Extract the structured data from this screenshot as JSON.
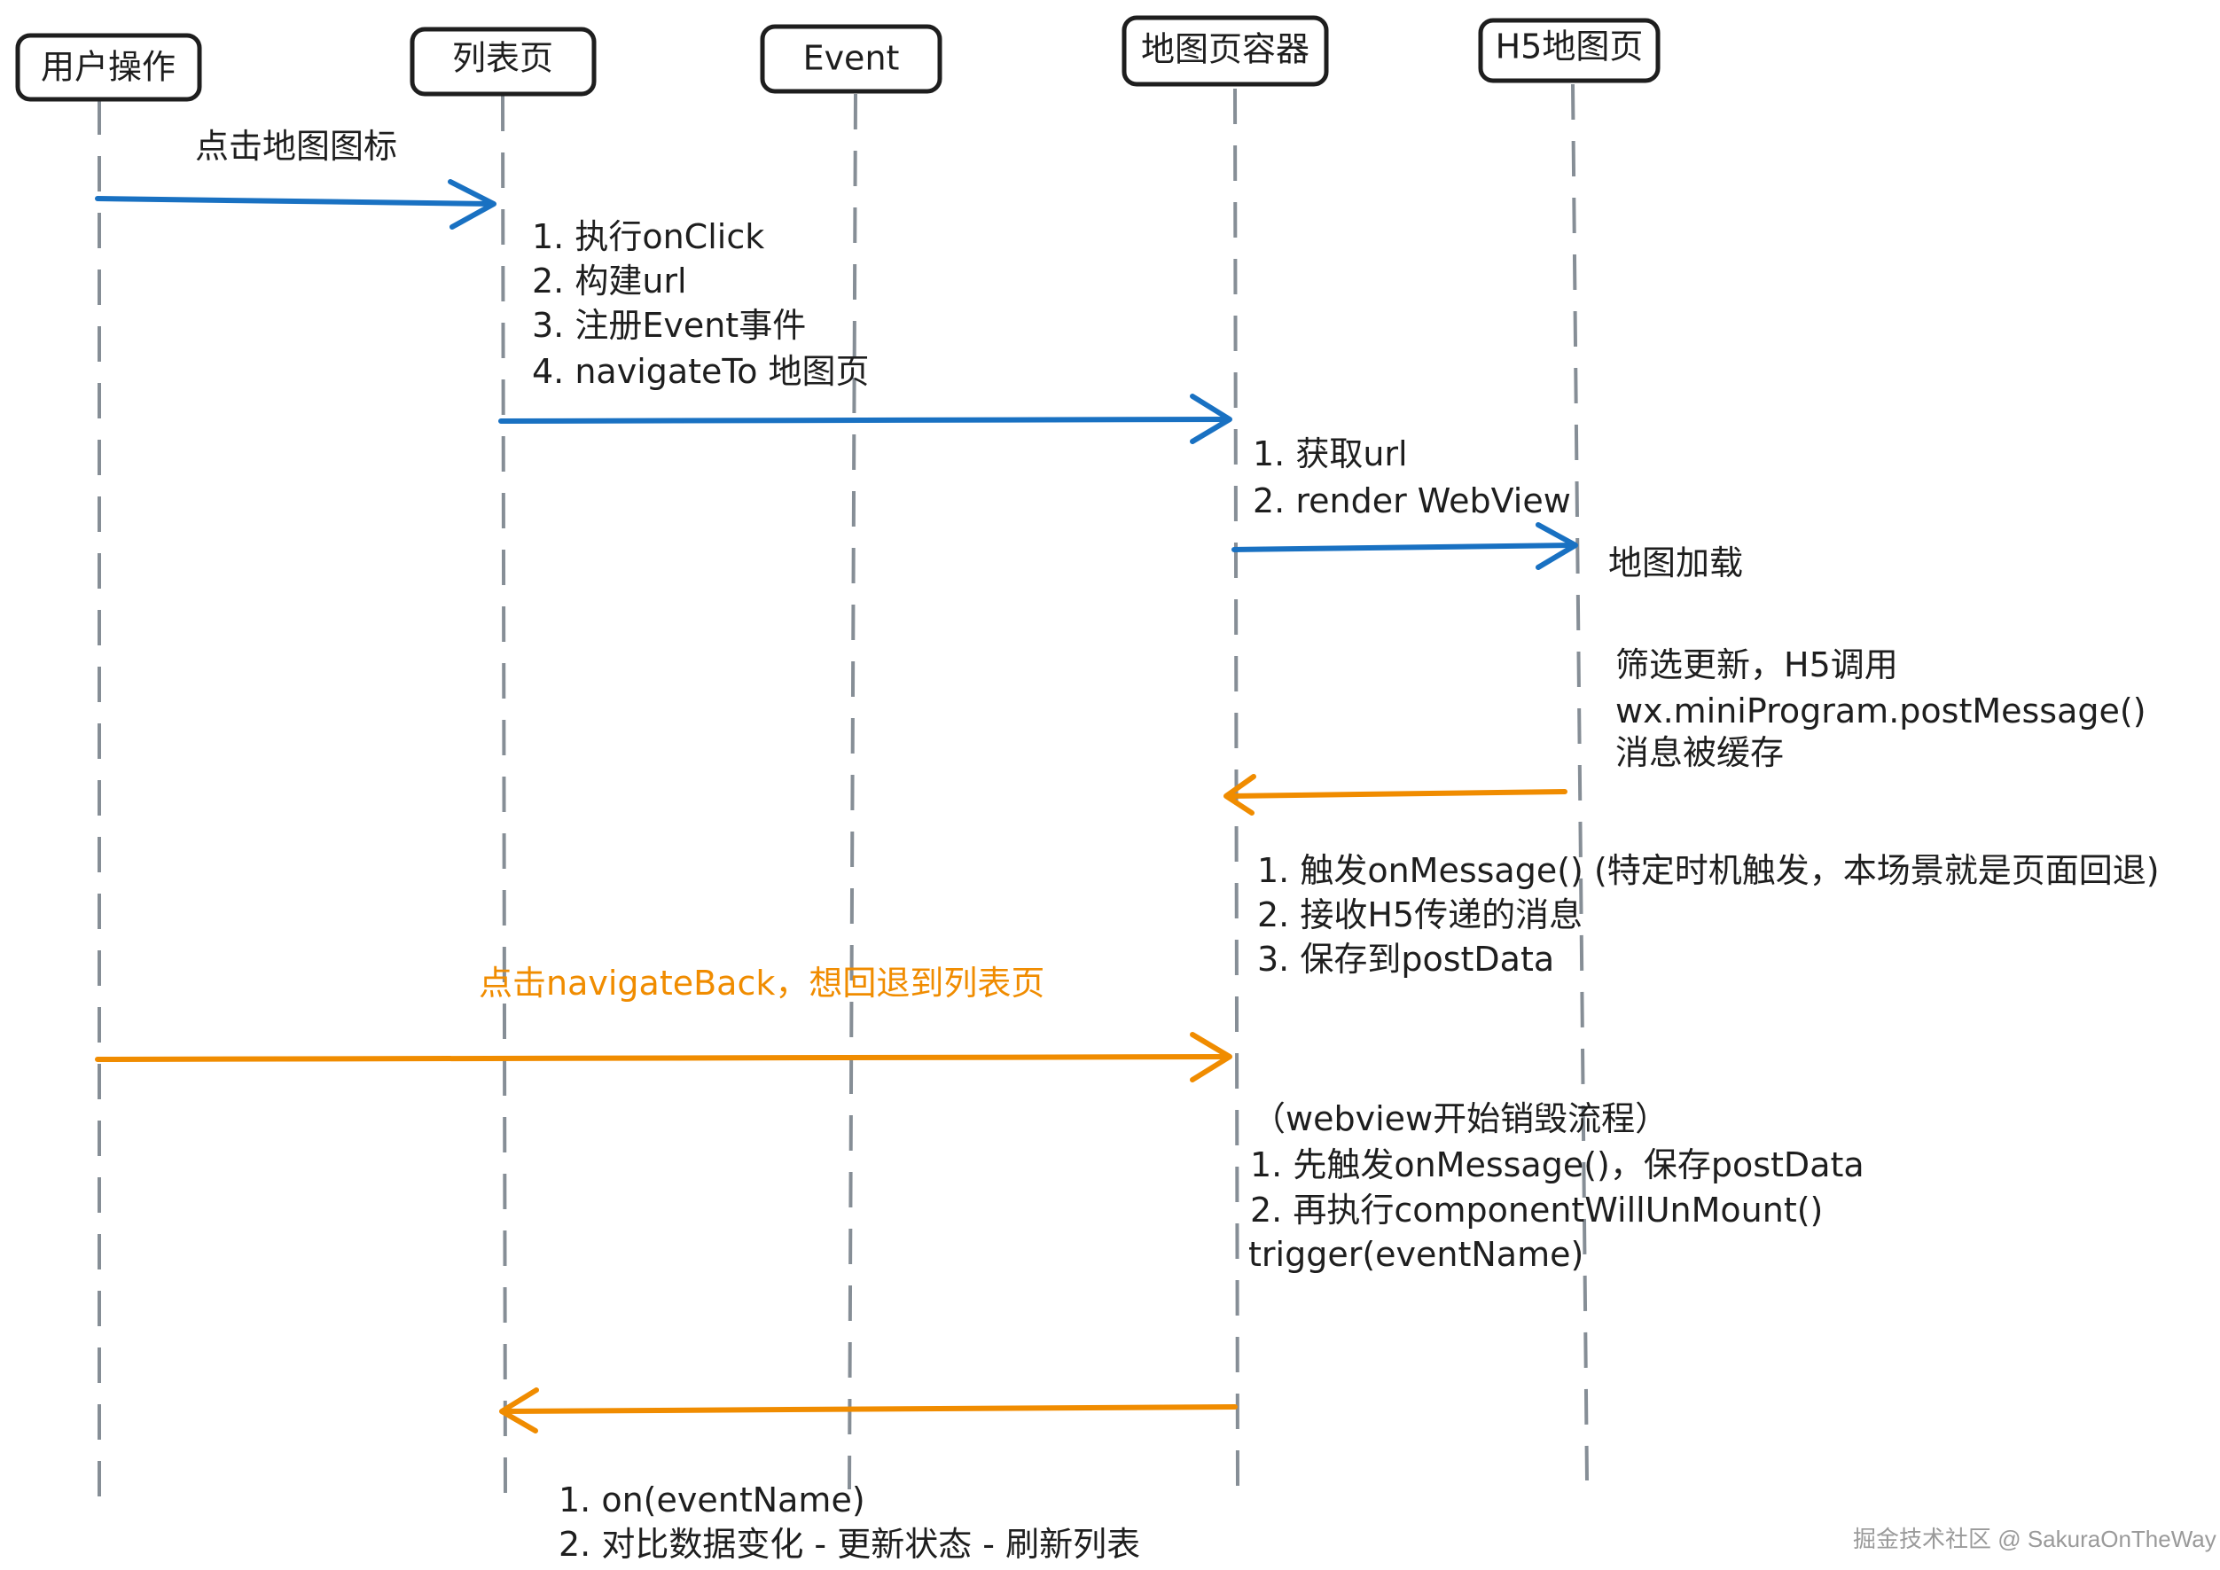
{
  "diagram": {
    "type": "sequence",
    "colors": {
      "blue": "#1971c2",
      "orange": "#f08c00",
      "text": "#1e1e1e",
      "lifeline": "#868e96"
    },
    "actors": [
      {
        "id": "user",
        "label": "用户操作"
      },
      {
        "id": "list",
        "label": "列表页"
      },
      {
        "id": "event",
        "label": "Event"
      },
      {
        "id": "container",
        "label": "地图页容器"
      },
      {
        "id": "h5",
        "label": "H5地图页"
      }
    ],
    "messages": [
      {
        "from": "user",
        "to": "list",
        "color": "blue",
        "label": "点击地图图标"
      },
      {
        "from": "list",
        "to": "container",
        "color": "blue",
        "label": ""
      },
      {
        "from": "container",
        "to": "h5",
        "color": "blue",
        "label": ""
      },
      {
        "from": "h5",
        "to": "container",
        "color": "orange",
        "label": ""
      },
      {
        "from": "user",
        "to": "container",
        "color": "orange",
        "label": "点击navigateBack，想回退到列表页"
      },
      {
        "from": "container",
        "to": "list",
        "color": "orange",
        "label": ""
      }
    ],
    "notes": {
      "list_steps": [
        "1. 执行onClick",
        "2. 构建url",
        "3. 注册Event事件",
        "4. navigateTo 地图页"
      ],
      "container_steps": [
        "1. 获取url",
        "2. render WebView"
      ],
      "h5_load": "地图加载",
      "h5_post": [
        "筛选更新，H5调用",
        "wx.miniProgram.postMessage()",
        "消息被缓存"
      ],
      "container_message": [
        "1. 触发onMessage() (特定时机触发，本场景就是页面回退)",
        "2. 接收H5传递的消息",
        "3. 保存到postData"
      ],
      "container_destroy": [
        "（webview开始销毁流程）",
        "1. 先触发onMessage()，保存postData",
        "2. 再执行componentWillUnMount()",
        "trigger(eventName)"
      ],
      "list_final": [
        "1. on(eventName)",
        "2. 对比数据变化 - 更新状态 - 刷新列表"
      ]
    }
  },
  "watermark": "掘金技术社区 @ SakuraOnTheWay"
}
